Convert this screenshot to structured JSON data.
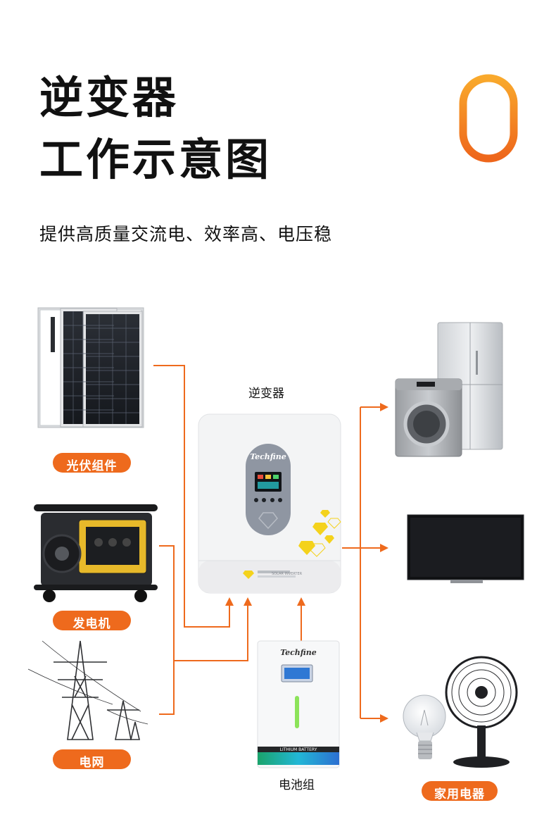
{
  "header": {
    "title_line1": "逆变器",
    "title_line2": "工作示意图",
    "subtitle": "提供高质量交流电、效率高、电压稳",
    "badge_glyph": "0"
  },
  "diagram": {
    "inverter_label": "逆变器",
    "battery_label": "电池组",
    "sources": [
      {
        "label": "光伏组件"
      },
      {
        "label": "发电机"
      },
      {
        "label": "电网"
      }
    ],
    "loads_label": "家用电器",
    "brand": "Techfine",
    "inverter_panel_text": "SOLAR INVERTER",
    "battery_panel_text": "LITHIUM BATTERY",
    "colors": {
      "accent": "#ee6a1d",
      "badge_gradient_top": "#f8a52a",
      "badge_gradient_bottom": "#ef6a1c"
    }
  }
}
